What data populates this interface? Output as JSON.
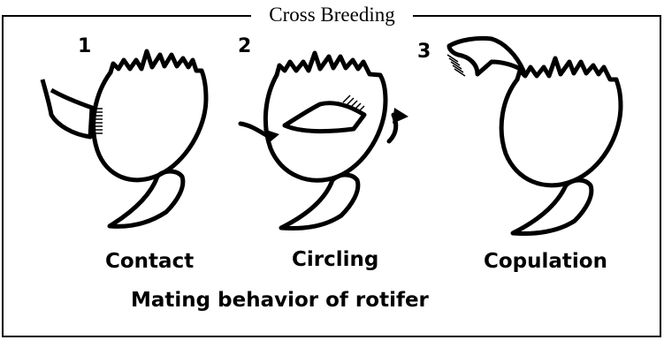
{
  "title": "Cross Breeding",
  "steps": [
    {
      "number": "1",
      "label": "Contact"
    },
    {
      "number": "2",
      "label": "Circling"
    },
    {
      "number": "3",
      "label": "Copulation"
    }
  ],
  "caption": "Mating behavior of rotifer",
  "colors": {
    "ink": "#000000",
    "background": "#ffffff"
  }
}
